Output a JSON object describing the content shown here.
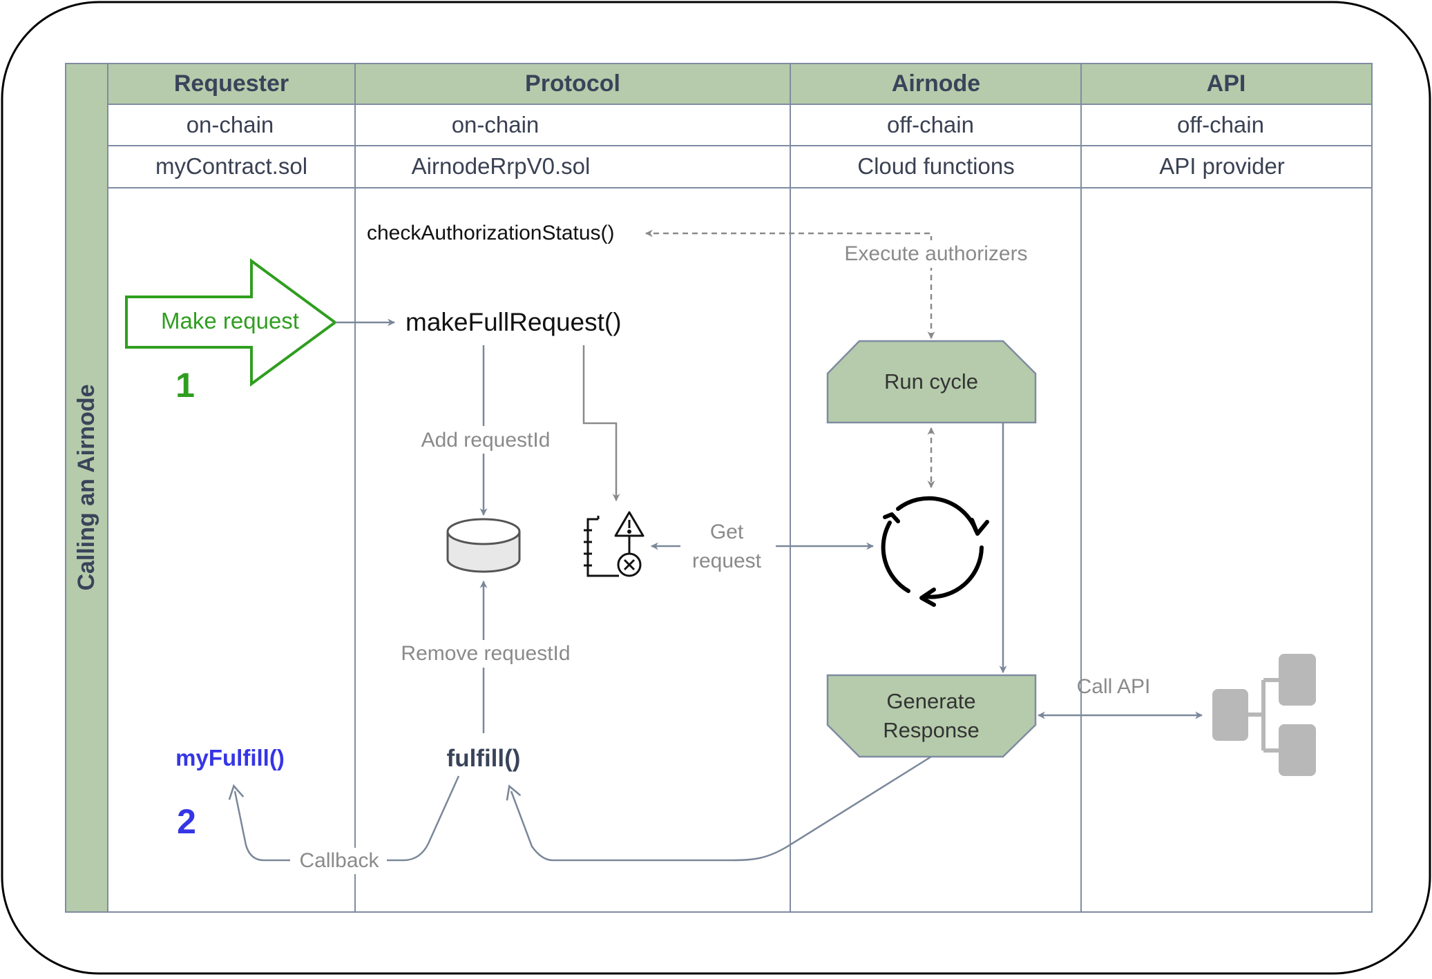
{
  "pool_title": "Calling an Airnode",
  "lanes": [
    {
      "name": "Requester",
      "chain": "on-chain",
      "component": "myContract.sol"
    },
    {
      "name": "Protocol",
      "chain": "on-chain",
      "component": "AirnodeRrpV0.sol"
    },
    {
      "name": "Airnode",
      "chain": "off-chain",
      "component": "Cloud functions"
    },
    {
      "name": "API",
      "chain": "off-chain",
      "component": "API provider"
    }
  ],
  "nodes": {
    "make_request": "Make request",
    "step1": "1",
    "my_fulfill": "myFulfill()",
    "step2": "2",
    "check_auth": "checkAuthorizationStatus()",
    "make_full_request": "makeFullRequest()",
    "fulfill": "fulfill()",
    "run_cycle": "Run cycle",
    "generate_response_line1": "Generate",
    "generate_response_line2": "Response"
  },
  "edge_labels": {
    "execute_authorizers": "Execute authorizers",
    "add_request_id": "Add requestId",
    "remove_request_id": "Remove requestId",
    "get_request_line1": "Get",
    "get_request_line2": "request",
    "call_api": "Call API",
    "callback": "Callback"
  },
  "icons": {
    "storage": "database-icon",
    "request_log": "warning-log-icon",
    "cycle": "refresh-cycle-icon",
    "api": "hierarchy-tree-icon"
  },
  "colors": {
    "lane_header": "#b5cbab",
    "border": "#7f8ba1",
    "connector": "#7a8799",
    "dashed": "#8a8a8a",
    "make_request": "#2f9e1f",
    "my_fulfill": "#3535e6",
    "api_icon": "#b8b8b8"
  }
}
